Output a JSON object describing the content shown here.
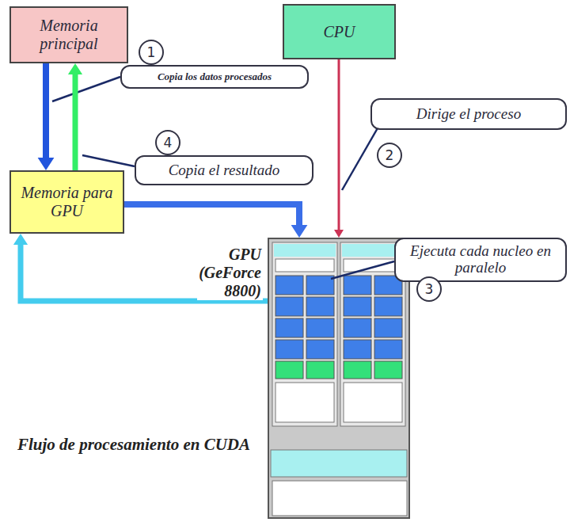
{
  "diagram": {
    "caption": "Flujo de procesamiento en CUDA",
    "nodes": [
      {
        "text": [
          "Memoria principal"
        ]
      },
      {
        "text": [
          "1"
        ]
      },
      {
        "text": [
          "Copia los datos procesados"
        ]
      },
      {
        "text": [
          "CPU"
        ]
      },
      {
        "text": [
          "Dirige el proceso"
        ]
      },
      {
        "text": [
          "2"
        ]
      },
      {
        "text": [
          "4"
        ]
      },
      {
        "text": [
          "Copia el resultado"
        ]
      },
      {
        "text": [
          "Memoria para GPU"
        ]
      },
      {
        "text": [
          "GPU (GeForce 8800)"
        ]
      },
      {
        "text": [
          "Ejecuta cada nucleo en paralelo"
        ]
      },
      {
        "text": [
          "3"
        ]
      }
    ],
    "edges": [
      {
        "from": 0,
        "to": 8,
        "arrow": "to"
      },
      {
        "from": 8,
        "to": 0,
        "arrow": "to"
      },
      {
        "from": 3,
        "to": 9,
        "arrow": "to"
      },
      {
        "from": 8,
        "to": 9,
        "arrow": "to"
      },
      {
        "from": 9,
        "to": 8,
        "arrow": "to"
      }
    ]
  }
}
